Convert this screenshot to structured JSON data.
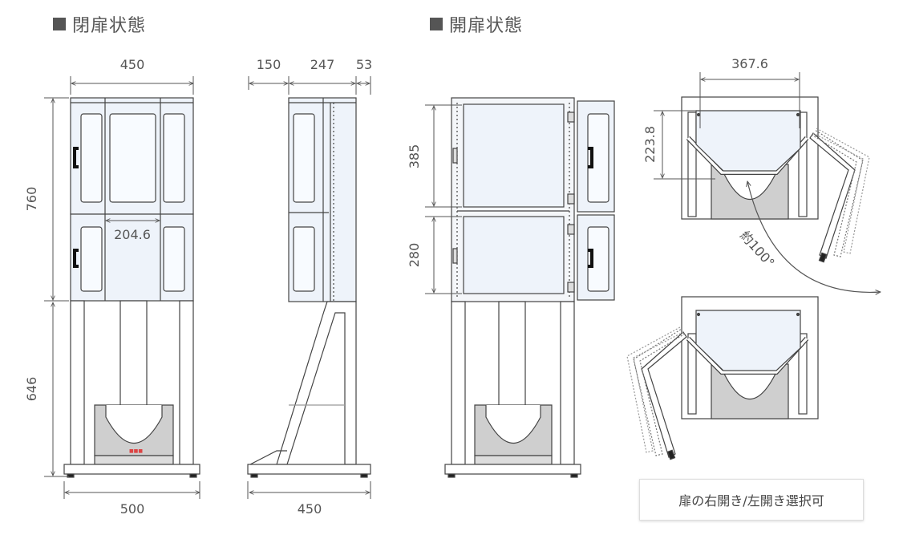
{
  "headings": {
    "closed": "閉扉状態",
    "open": "開扉状態"
  },
  "dimensions": {
    "front_width": "450",
    "cabinet_height": "760",
    "stand_height": "646",
    "inner_width": "204.6",
    "base_width": "500",
    "side_depth_1": "150",
    "side_depth_2": "247",
    "side_depth_3": "53",
    "side_base_width": "450",
    "upper_height": "385",
    "lower_height": "280",
    "plan_width": "367.6",
    "plan_depth": "223.8",
    "angle": "約100°"
  },
  "note": "扉の右開き/左開き選択可",
  "colors": {
    "line": "#444444",
    "panel": "#eef3fa",
    "basin": "#cfcfcf",
    "dim": "#555555"
  }
}
